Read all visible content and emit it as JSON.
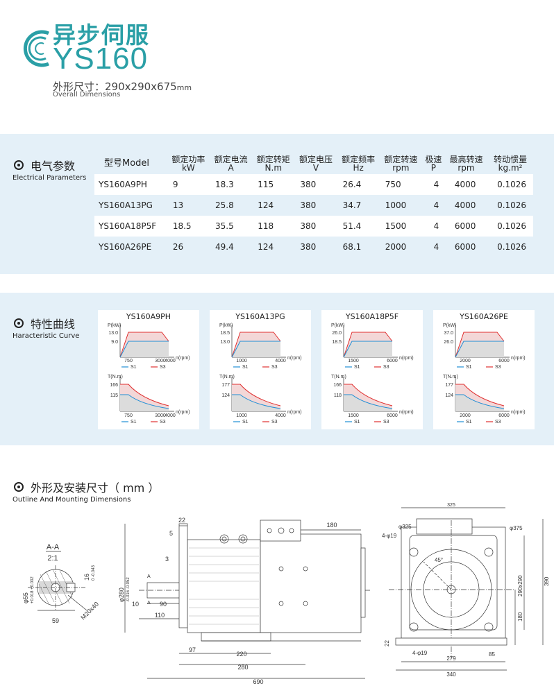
{
  "header": {
    "title_cn": "异步伺服",
    "model": "YS160",
    "dim_label": "外形尺寸：",
    "dim_value": "290x290x675",
    "dim_unit": "mm",
    "dim_en": "Overall Dimensions"
  },
  "electrical": {
    "title_cn": "电气参数",
    "title_en": "Electrical Parameters",
    "headers": [
      {
        "cn": "型号Model",
        "unit": ""
      },
      {
        "cn": "额定功率",
        "unit": "kW"
      },
      {
        "cn": "额定电流",
        "unit": "A"
      },
      {
        "cn": "额定转矩",
        "unit": "N.m"
      },
      {
        "cn": "额定电压",
        "unit": "V"
      },
      {
        "cn": "额定频率",
        "unit": "Hz"
      },
      {
        "cn": "额定转速",
        "unit": "rpm"
      },
      {
        "cn": "极速",
        "unit": "P"
      },
      {
        "cn": "最高转速",
        "unit": "rpm"
      },
      {
        "cn": "转动惯量",
        "unit": "kg.m²"
      }
    ],
    "rows": [
      [
        "YS160A9PH",
        "9",
        "18.3",
        "115",
        "380",
        "26.4",
        "750",
        "4",
        "4000",
        "0.1026"
      ],
      [
        "YS160A13PG",
        "13",
        "25.8",
        "124",
        "380",
        "34.7",
        "1000",
        "4",
        "4000",
        "0.1026"
      ],
      [
        "YS160A18P5F",
        "18.5",
        "35.5",
        "118",
        "380",
        "51.4",
        "1500",
        "4",
        "6000",
        "0.1026"
      ],
      [
        "YS160A26PE",
        "26",
        "49.4",
        "124",
        "380",
        "68.1",
        "2000",
        "4",
        "6000",
        "0.1026"
      ]
    ]
  },
  "curves": {
    "title_cn": "特性曲线",
    "title_en": "Haracteristic Curve",
    "p_label": "P(kW)",
    "t_label": "T(N.m)",
    "x_label": "n(rpm)",
    "s1": "S1",
    "s3": "S3",
    "colors": {
      "s1": "#1f8fd6",
      "s3": "#e03030"
    },
    "charts": [
      {
        "title": "YS160A9PH",
        "p_top": "13.0",
        "p_mid": "9.0",
        "t_top": "166",
        "t_mid": "115",
        "x_ticks": [
          "750",
          "3000",
          "4000"
        ],
        "x_ticks_t": [
          "750",
          "3000",
          "4000"
        ]
      },
      {
        "title": "YS160A13PG",
        "p_top": "18.5",
        "p_mid": "13.0",
        "t_top": "177",
        "t_mid": "124",
        "x_ticks": [
          "1000",
          "4000"
        ],
        "x_ticks_t": [
          "1000",
          "4000"
        ]
      },
      {
        "title": "YS160A18P5F",
        "p_top": "26.0",
        "p_mid": "18.5",
        "t_top": "166",
        "t_mid": "118",
        "x_ticks": [
          "1500",
          "6000"
        ],
        "x_ticks_t": [
          "1500",
          "6000"
        ]
      },
      {
        "title": "YS160A26PE",
        "p_top": "37.0",
        "p_mid": "26.0",
        "t_top": "177",
        "t_mid": "124",
        "x_ticks": [
          "2000",
          "6000"
        ],
        "x_ticks_t": [
          "2000",
          "6000"
        ]
      }
    ]
  },
  "outline": {
    "title_cn": "外形及安装尺寸（ mm ）",
    "title_en": "Outline And Mounting Dimensions",
    "section": {
      "label_top": "A-A",
      "label_bottom": "2:1",
      "dim_59": "59",
      "dim_shaft_d": "φ55",
      "dim_shaft_tol": "+0.018 +0.002",
      "dim_key": "16",
      "dim_key_tol": "0 -0.043",
      "dim_thread": "M20x40"
    },
    "side": {
      "dim_22": "22",
      "dim_5": "5",
      "dim_3": "3",
      "dim_180": "180",
      "dim_flange_d": "φ280",
      "dim_flange_tol": "-0.016 -0.052",
      "dim_10": "10",
      "dim_90": "90",
      "dim_110": "110",
      "dim_97": "97",
      "dim_220": "220",
      "dim_280": "280",
      "dim_690": "690",
      "mark_a_top": "A",
      "mark_a_bottom": "A"
    },
    "front": {
      "dim_325": "325",
      "dim_d325": "φ325",
      "dim_4d19": "4-φ19",
      "dim_d375": "φ375",
      "dim_45": "45°",
      "dim_290x290": "290x290",
      "dim_390": "390",
      "dim_180": "180",
      "dim_22": "22",
      "dim_4d19_base": "4-φ19",
      "dim_279": "279",
      "dim_85": "85",
      "dim_340": "340"
    }
  }
}
